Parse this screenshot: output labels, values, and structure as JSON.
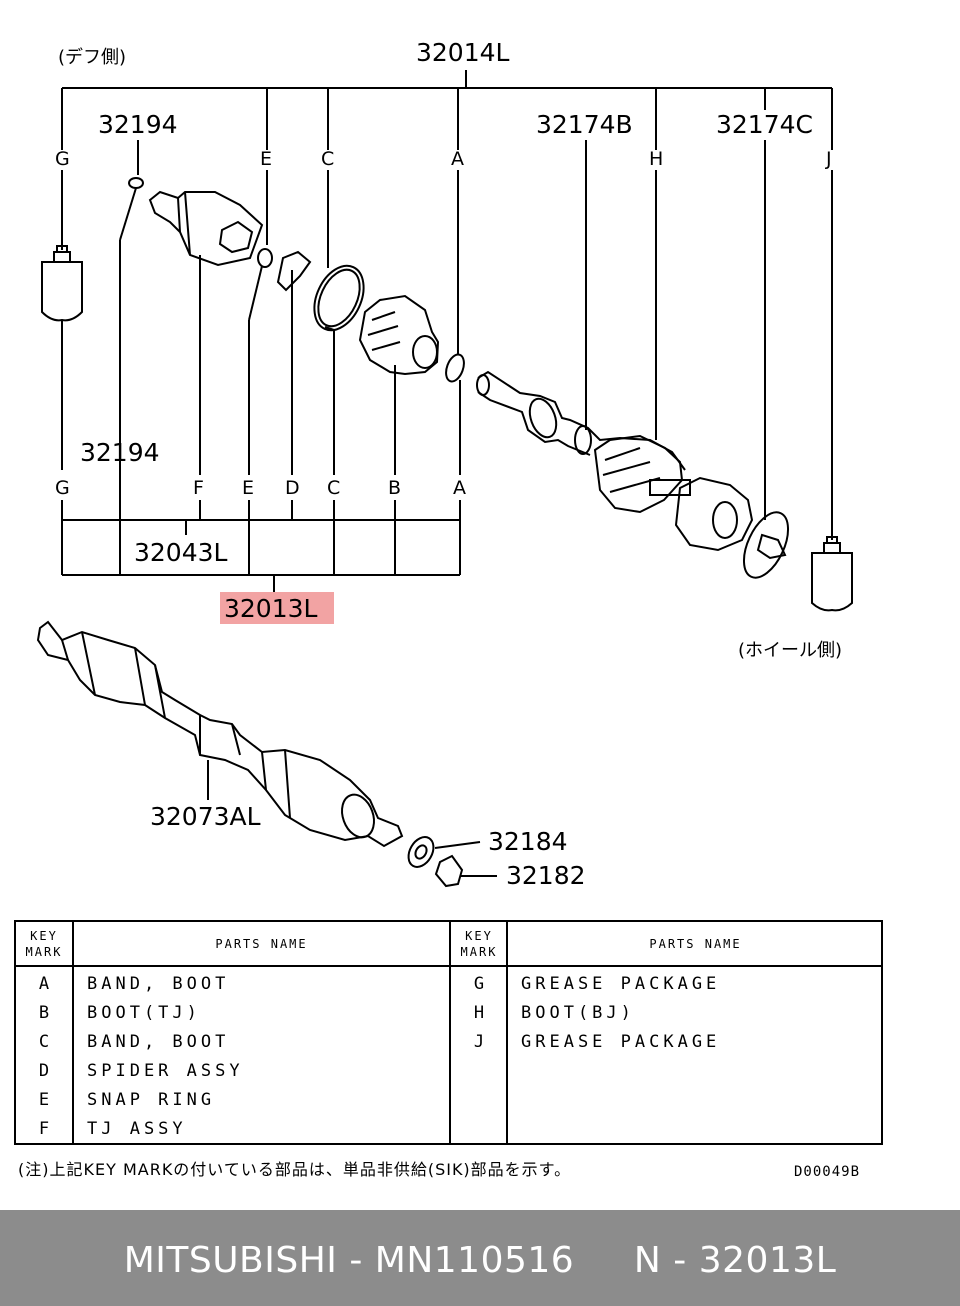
{
  "labels": {
    "diff_side": "(デフ側)",
    "wheel_side": "(ホイール側)",
    "assy_32014L": "32014L",
    "p32194_top": "32194",
    "p32174B": "32174B",
    "p32174C": "32174C",
    "p32194_mid": "32194",
    "p32043L": "32043L",
    "p32013L": "32013L",
    "p32073AL": "32073AL",
    "p32184": "32184",
    "p32182": "32182"
  },
  "key_marks_top": [
    "G",
    "E",
    "C",
    "A",
    "H",
    "J"
  ],
  "key_marks_bottom": [
    "G",
    "F",
    "E",
    "D",
    "C",
    "B",
    "A"
  ],
  "table": {
    "header_key": [
      "KEY",
      "MARK"
    ],
    "header_name": "PARTS NAME",
    "left_rows": [
      {
        "key": "A",
        "name": "BAND, BOOT"
      },
      {
        "key": "B",
        "name": "BOOT(TJ)"
      },
      {
        "key": "C",
        "name": "BAND, BOOT"
      },
      {
        "key": "D",
        "name": "SPIDER ASSY"
      },
      {
        "key": "E",
        "name": "SNAP RING"
      },
      {
        "key": "F",
        "name": "TJ ASSY"
      }
    ],
    "right_rows": [
      {
        "key": "G",
        "name": "GREASE PACKAGE"
      },
      {
        "key": "H",
        "name": "BOOT(BJ)"
      },
      {
        "key": "J",
        "name": "GREASE PACKAGE"
      }
    ]
  },
  "note": "(注)上記KEY MARKの付いている部品は、単品非供給(SIK)部品を示す。",
  "drawing_code": "D00049B",
  "footer": "MITSUBISHI - MN110516     N - 32013L",
  "colors": {
    "highlight": "#f2a3a3",
    "footer_bg": "#8c8c8c"
  }
}
